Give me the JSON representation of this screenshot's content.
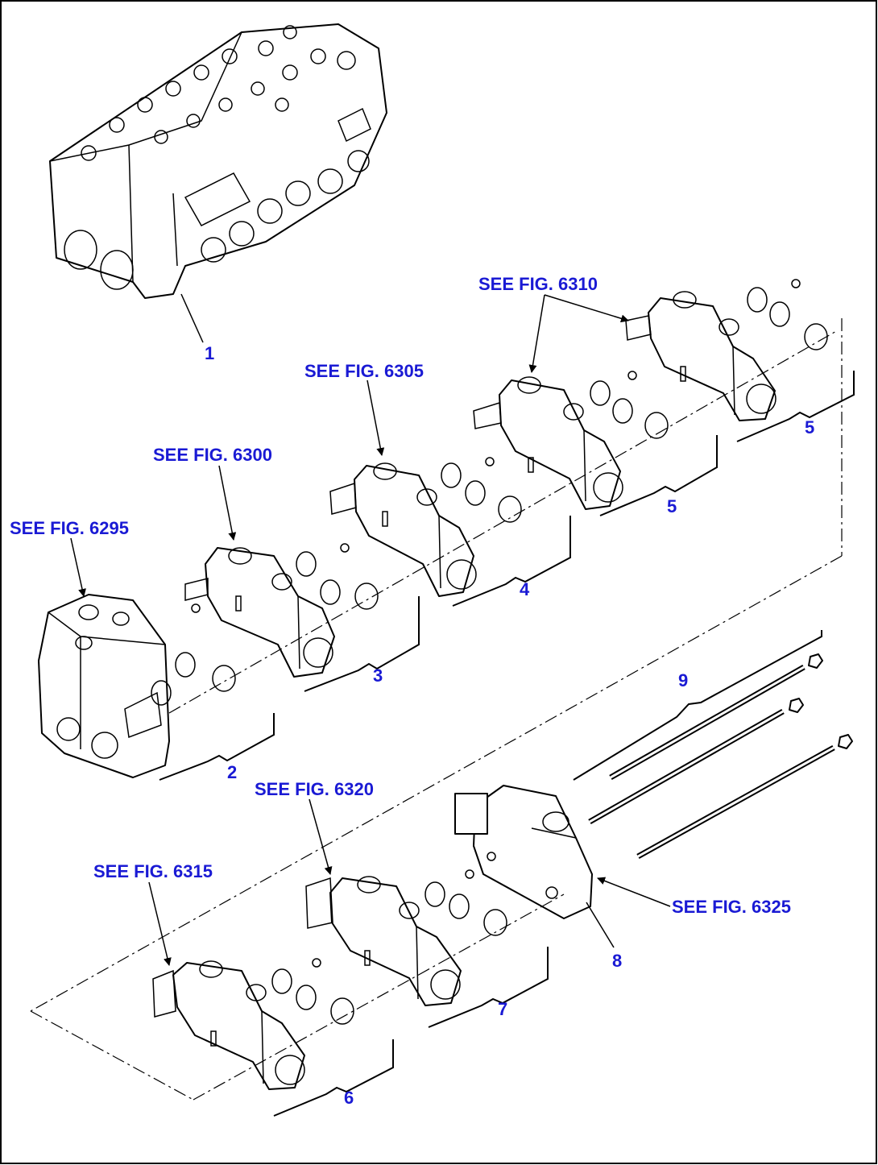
{
  "accent_color": "#1a1ad4",
  "line_color": "#000000",
  "references": [
    {
      "id": "ref-6310",
      "text": "SEE FIG. 6310"
    },
    {
      "id": "ref-6305",
      "text": "SEE FIG. 6305"
    },
    {
      "id": "ref-6300",
      "text": "SEE FIG. 6300"
    },
    {
      "id": "ref-6295",
      "text": "SEE FIG. 6295"
    },
    {
      "id": "ref-6320",
      "text": "SEE FIG. 6320"
    },
    {
      "id": "ref-6315",
      "text": "SEE FIG. 6315"
    },
    {
      "id": "ref-6325",
      "text": "SEE FIG. 6325"
    }
  ],
  "callouts": [
    "1",
    "2",
    "3",
    "4",
    "5",
    "5",
    "6",
    "7",
    "8",
    "9"
  ]
}
